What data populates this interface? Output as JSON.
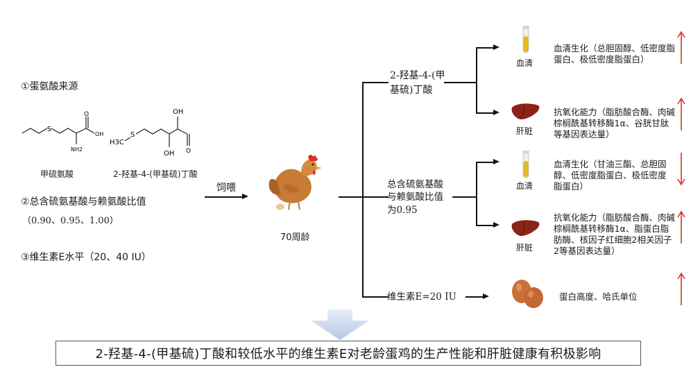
{
  "left": {
    "factor1_title": "①蛋氨酸来源",
    "chem1_name": "甲硫氨酸",
    "chem2_name": "2-羟基-4-(甲基硫)丁酸",
    "chem1_labels": {
      "oh": "OH",
      "nh2": "NH2"
    },
    "chem2_labels": {
      "oh_top": "OH",
      "oh_bottom": "OH",
      "ch3": "H3C",
      "s": "S"
    },
    "factor2_title": "②总含硫氨基酸与赖氨酸比值",
    "factor2_values": "（0.90、0.95、1.00）",
    "factor3_title": "③维生素E水平（20、40 IU）"
  },
  "center": {
    "feed_label": "饲喂",
    "age_label": "70周龄",
    "hen_icon": "hen-illustration"
  },
  "branches": [
    {
      "label": "2-羟基-4-(甲基硫)丁酸",
      "label_line1": "2-羟基-4-(甲",
      "label_line2": "基硫)丁酸",
      "items": [
        {
          "icon": "serum-tube-icon",
          "tissue": "血清",
          "text": "血清生化（总胆固醇、低密度脂蛋白、极低密度脂蛋白）",
          "trend": "up"
        },
        {
          "icon": "liver-icon",
          "tissue": "肝脏",
          "text": "抗氧化能力（脂肪酸合酶、肉碱棕榈酰基转移酶1α、谷胱甘肽等基因表达量）",
          "trend": "up"
        }
      ]
    },
    {
      "label_line1": "总含硫氨基酸",
      "label_line2": "与赖氨酸比值",
      "label_line3": "为0.95",
      "items": [
        {
          "icon": "serum-tube-icon",
          "tissue": "血清",
          "text": "血清生化（甘油三酯、总胆固醇、低密度脂蛋白、极低密度脂蛋白）",
          "trend": "down"
        },
        {
          "icon": "liver-icon",
          "tissue": "肝脏",
          "text": "抗氧化能力（脂肪酸合酶、肉碱棕榈酰基转移酶1α、脂蛋白脂肪酶、核因子红细胞2相关因子2等基因表达量）",
          "trend": "up"
        }
      ]
    },
    {
      "label_line1": "维生素E=20 IU",
      "items": [
        {
          "icon": "eggs-icon",
          "tissue": "",
          "text": "蛋白高度、哈氏单位",
          "trend": "up"
        }
      ]
    }
  ],
  "conclusion": "2-羟基-4-(甲基硫)丁酸和较低水平的维生素E对老龄蛋鸡的生产性能和肝脏健康有积极影响",
  "colors": {
    "trend_arrow": "#d9312b",
    "line": "#111111",
    "down_arrow_fill": "#c5d5ea"
  }
}
